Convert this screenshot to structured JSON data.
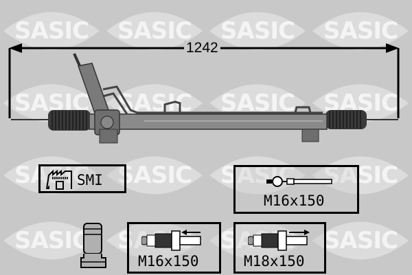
{
  "watermark": {
    "text": "SASIC",
    "color": "#f0f0f0"
  },
  "dimension": {
    "overall_length": "1242"
  },
  "part": {
    "name": "steering-rack",
    "description": "Power steering rack and pinion"
  },
  "manufacturer_box": {
    "label": "SMI",
    "icon": "factory-icon"
  },
  "tie_rod_box": {
    "thread": "M16x150",
    "icon": "tie-rod-icon"
  },
  "left_fitting_box": {
    "thread": "M16x150",
    "icon": "fitting-icon",
    "arrow": "left"
  },
  "right_fitting_box": {
    "thread": "M18x150",
    "icon": "fitting-icon",
    "arrow": "right"
  },
  "pinion_icon": "pinion-coupling-icon"
}
